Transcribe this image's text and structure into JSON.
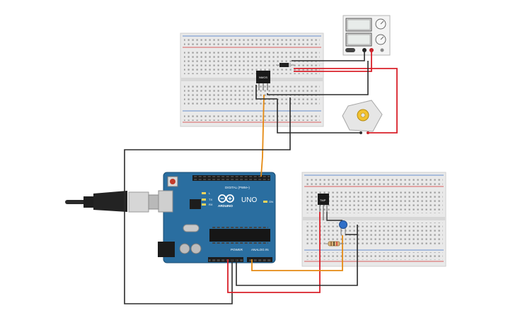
{
  "arduino": {
    "brand": "ARDUINO",
    "model": "UNO",
    "digital_header_label": "DIGITAL (PWM~)",
    "power_label": "POWER",
    "analog_label": "ANALOG IN",
    "on_label": "ON",
    "tx_label": "TX",
    "rx_label": "RX",
    "l_label": "L"
  },
  "components": {
    "transistor_label": "NMOS",
    "temp_sensor_label": "TMP"
  },
  "colors": {
    "board_blue": "#2a6ea0",
    "wire_red": "#d9202a",
    "wire_black": "#2b2b2b",
    "wire_orange": "#e58a12",
    "breadboard": "#e9e9e9",
    "rail_red": "#d32f2f",
    "rail_blue": "#3c6fc4",
    "motor_yellow": "#f2c230",
    "capacitor_blue": "#2f6fc8"
  }
}
